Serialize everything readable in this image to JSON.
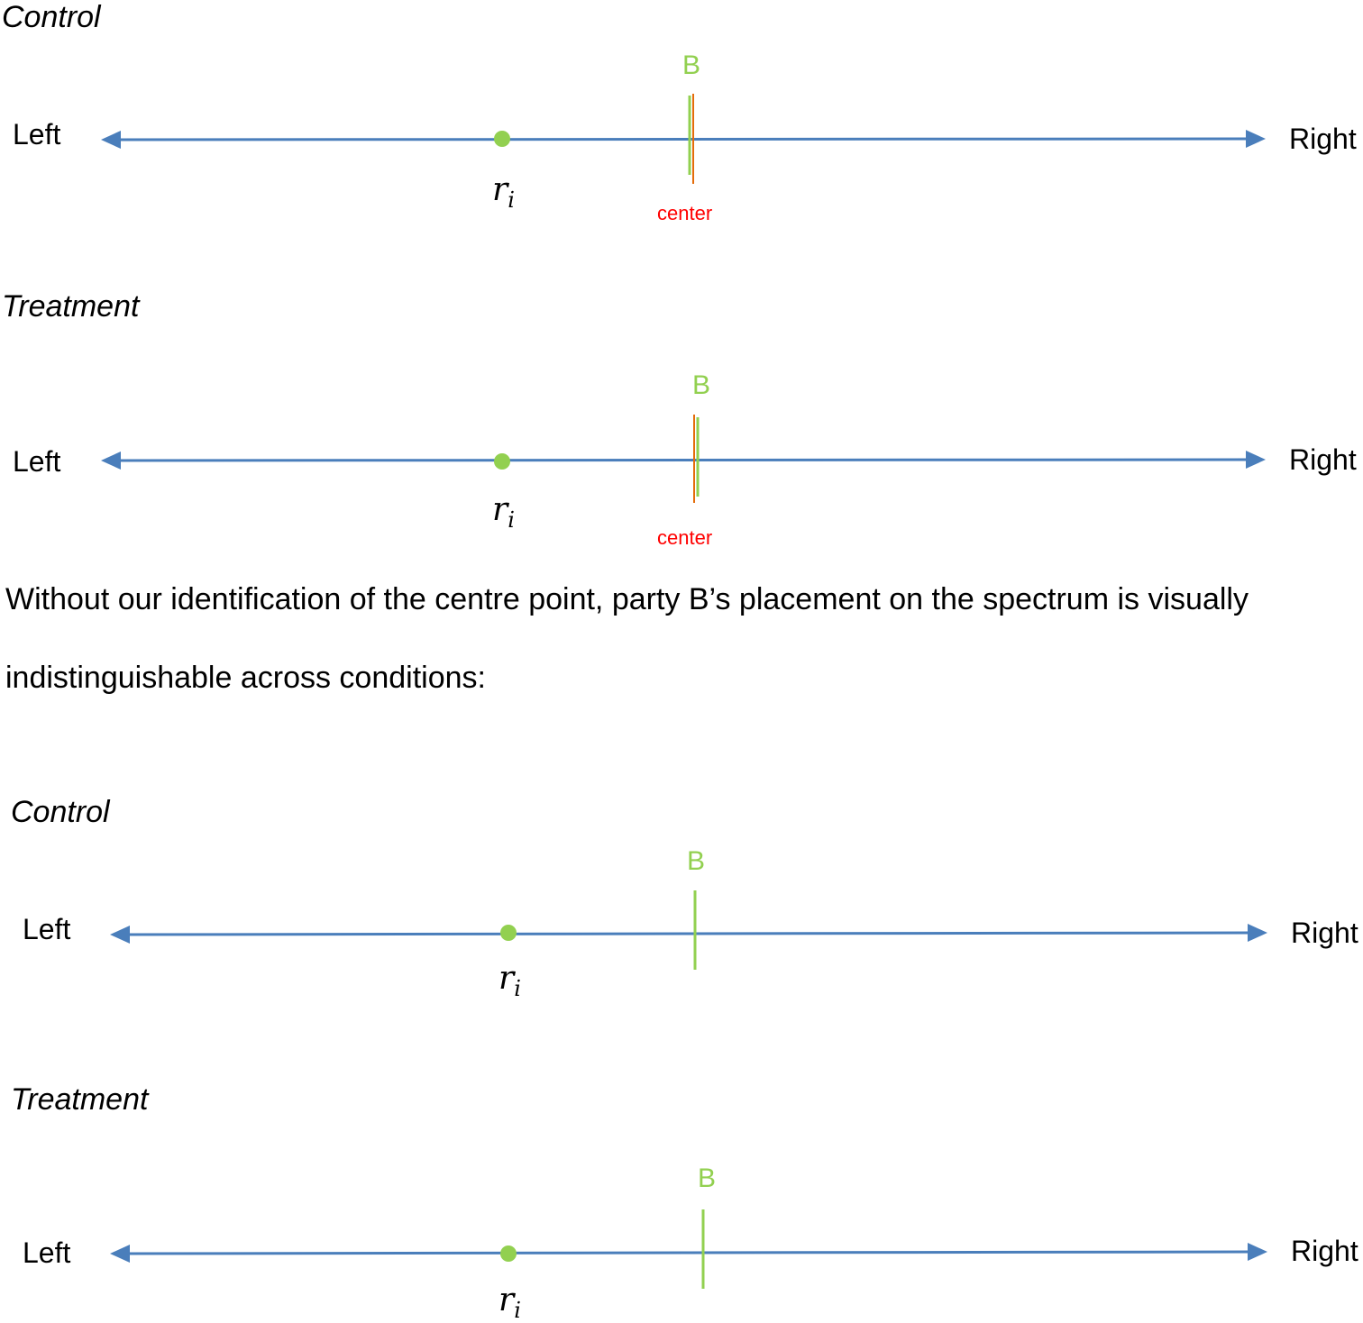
{
  "panels": [
    {
      "condition": "Control",
      "left_label": "Left",
      "right_label": "Right",
      "party_label": "B",
      "respondent_label": "r",
      "respondent_sub": "i",
      "center_label": "center"
    },
    {
      "condition": "Treatment",
      "left_label": "Left",
      "right_label": "Right",
      "party_label": "B",
      "respondent_label": "r",
      "respondent_sub": "i",
      "center_label": "center"
    },
    {
      "condition": "Control",
      "left_label": "Left",
      "right_label": "Right",
      "party_label": "B",
      "respondent_label": "r",
      "respondent_sub": "i"
    },
    {
      "condition": "Treatment",
      "left_label": "Left",
      "right_label": "Right",
      "party_label": "B",
      "respondent_label": "r",
      "respondent_sub": "i"
    }
  ],
  "caption": {
    "line1": "Without our identification of the centre point, party B’s placement on the spectrum is visually",
    "line2": "indistinguishable across conditions:"
  },
  "colors": {
    "axis": "#4a7ebb",
    "party": "#92d050",
    "center_marker": "#e46c0a",
    "center_text": "#ff0000"
  }
}
